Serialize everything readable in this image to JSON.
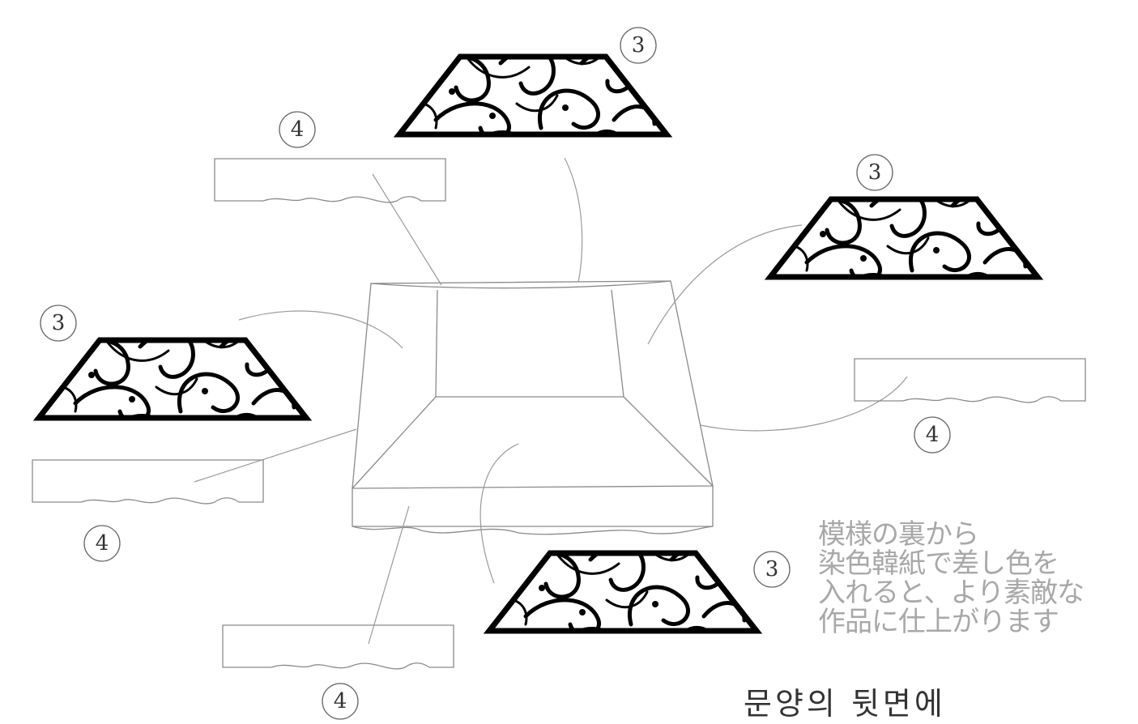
{
  "callouts": {
    "pattern_panel": "3",
    "paper_strip": "4"
  },
  "note_japanese": [
    "模様の裏から",
    "染色韓紙で差し色を",
    "入れると、より素敵な",
    "作品に仕上がります"
  ],
  "note_korean": "문양의 뒷면에",
  "colors": {
    "pattern": "#000000",
    "outline": "#8a8a8a",
    "note_text": "#a8a8a8"
  }
}
